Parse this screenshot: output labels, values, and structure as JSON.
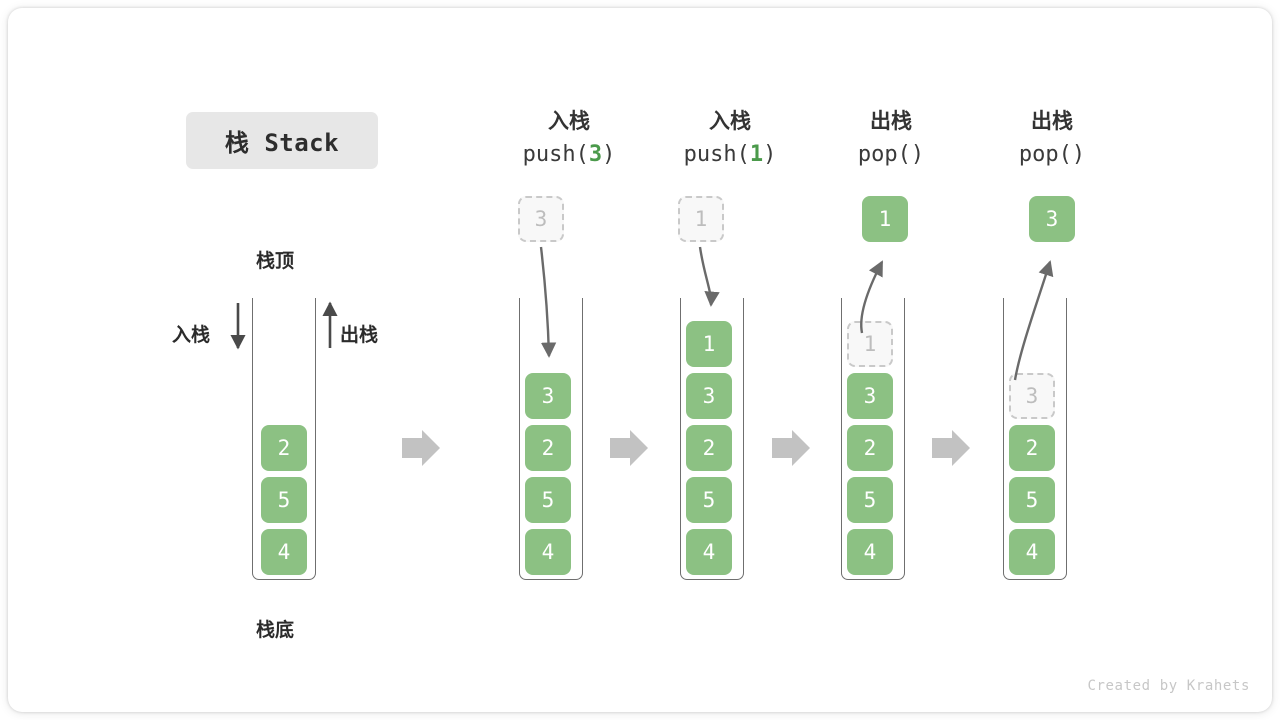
{
  "figure": {
    "title_badge": "栈 Stack",
    "watermark": "Created by Krahets",
    "accent_green": "#8cc183",
    "ghost_gray": "#bdbdbd",
    "arrow_gray": "#c2c2c2",
    "text_dark": "#2b2b2b"
  },
  "base_stack": {
    "top_label": "栈顶",
    "bottom_label": "栈底",
    "push_label": "入栈",
    "pop_label": "出栈",
    "cells": [
      "2",
      "5",
      "4"
    ]
  },
  "steps": [
    {
      "id": "push-3",
      "cn": "入栈",
      "op_prefix": "push(",
      "op_arg": "3",
      "op_suffix": ")",
      "floating": {
        "value": "3",
        "state": "ghost",
        "position": "above"
      },
      "cells": [
        {
          "value": "3",
          "state": "filled"
        },
        {
          "value": "2",
          "state": "filled"
        },
        {
          "value": "5",
          "state": "filled"
        },
        {
          "value": "4",
          "state": "filled"
        }
      ]
    },
    {
      "id": "push-1",
      "cn": "入栈",
      "op_prefix": "push(",
      "op_arg": "1",
      "op_suffix": ")",
      "floating": {
        "value": "1",
        "state": "ghost",
        "position": "above"
      },
      "cells": [
        {
          "value": "1",
          "state": "filled"
        },
        {
          "value": "3",
          "state": "filled"
        },
        {
          "value": "2",
          "state": "filled"
        },
        {
          "value": "5",
          "state": "filled"
        },
        {
          "value": "4",
          "state": "filled"
        }
      ]
    },
    {
      "id": "pop-1",
      "cn": "出栈",
      "op_prefix": "pop(",
      "op_arg": "",
      "op_suffix": ")",
      "floating": {
        "value": "1",
        "state": "filled",
        "position": "above"
      },
      "cells": [
        {
          "value": "1",
          "state": "ghost"
        },
        {
          "value": "3",
          "state": "filled"
        },
        {
          "value": "2",
          "state": "filled"
        },
        {
          "value": "5",
          "state": "filled"
        },
        {
          "value": "4",
          "state": "filled"
        }
      ]
    },
    {
      "id": "pop-3",
      "cn": "出栈",
      "op_prefix": "pop(",
      "op_arg": "",
      "op_suffix": ")",
      "floating": {
        "value": "3",
        "state": "filled",
        "position": "above"
      },
      "cells": [
        {
          "value": "3",
          "state": "ghost"
        },
        {
          "value": "2",
          "state": "filled"
        },
        {
          "value": "5",
          "state": "filled"
        },
        {
          "value": "4",
          "state": "filled"
        }
      ]
    }
  ]
}
